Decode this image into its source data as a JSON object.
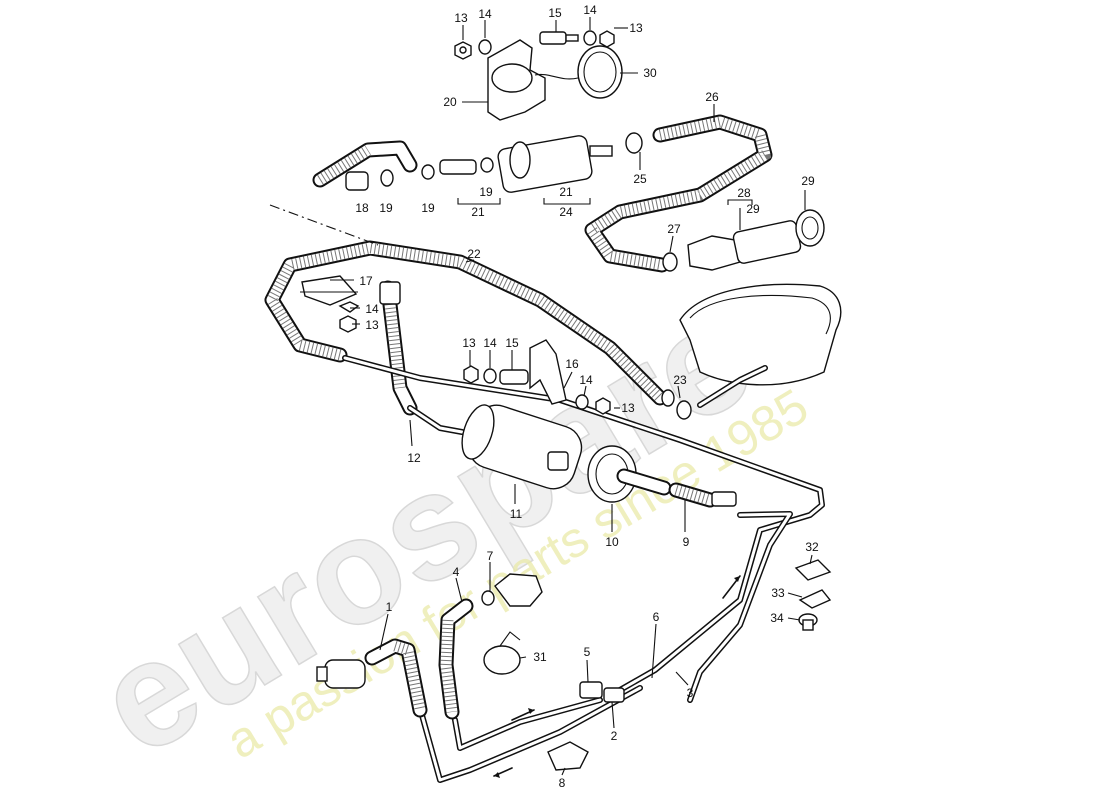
{
  "watermark": {
    "brand": "eurospares",
    "tagline": "a passion for parts since 1985"
  },
  "labels": [
    {
      "id": "c13a",
      "text": "13"
    },
    {
      "id": "c14a",
      "text": "14"
    },
    {
      "id": "c15a",
      "text": "15"
    },
    {
      "id": "c14b",
      "text": "14"
    },
    {
      "id": "c13b",
      "text": "13"
    },
    {
      "id": "c30",
      "text": "30"
    },
    {
      "id": "c20",
      "text": "20"
    },
    {
      "id": "c26",
      "text": "26"
    },
    {
      "id": "c18",
      "text": "18"
    },
    {
      "id": "c19a",
      "text": "19"
    },
    {
      "id": "c19b",
      "text": "19"
    },
    {
      "id": "c19c",
      "text": "19"
    },
    {
      "id": "c21a",
      "text": "21"
    },
    {
      "id": "c21b",
      "text": "21"
    },
    {
      "id": "c24",
      "text": "24"
    },
    {
      "id": "c25",
      "text": "25"
    },
    {
      "id": "c28",
      "text": "28"
    },
    {
      "id": "c29a",
      "text": "29"
    },
    {
      "id": "c29b",
      "text": "29"
    },
    {
      "id": "c27",
      "text": "27"
    },
    {
      "id": "c22",
      "text": "22"
    },
    {
      "id": "c17",
      "text": "17"
    },
    {
      "id": "c14c",
      "text": "14"
    },
    {
      "id": "c13c",
      "text": "13"
    },
    {
      "id": "c13d",
      "text": "13"
    },
    {
      "id": "c14d",
      "text": "14"
    },
    {
      "id": "c15b",
      "text": "15"
    },
    {
      "id": "c16",
      "text": "16"
    },
    {
      "id": "c14e",
      "text": "14"
    },
    {
      "id": "c13e",
      "text": "13"
    },
    {
      "id": "c23",
      "text": "23"
    },
    {
      "id": "c12",
      "text": "12"
    },
    {
      "id": "c11",
      "text": "11"
    },
    {
      "id": "c10",
      "text": "10"
    },
    {
      "id": "c9",
      "text": "9"
    },
    {
      "id": "c32",
      "text": "32"
    },
    {
      "id": "c33",
      "text": "33"
    },
    {
      "id": "c34",
      "text": "34"
    },
    {
      "id": "c7",
      "text": "7"
    },
    {
      "id": "c4",
      "text": "4"
    },
    {
      "id": "c6",
      "text": "6"
    },
    {
      "id": "c1",
      "text": "1"
    },
    {
      "id": "c31",
      "text": "31"
    },
    {
      "id": "c5",
      "text": "5"
    },
    {
      "id": "c3",
      "text": "3"
    },
    {
      "id": "c2",
      "text": "2"
    },
    {
      "id": "c8",
      "text": "8"
    }
  ]
}
